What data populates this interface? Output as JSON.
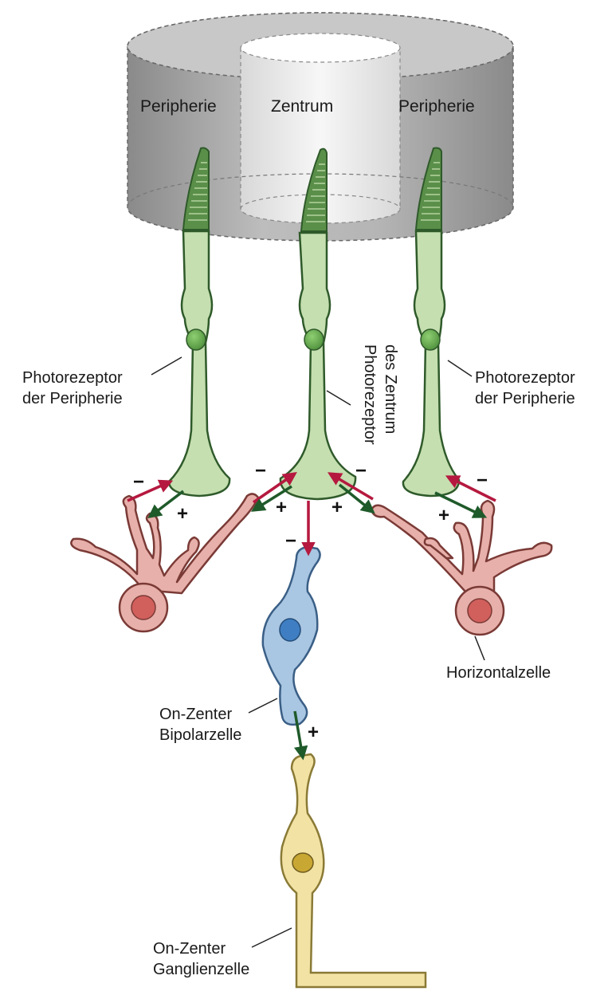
{
  "labels": {
    "cylinder_left": "Peripherie",
    "cylinder_center": "Zentrum",
    "cylinder_right": "Peripherie",
    "photoreceptor_periphery_left": [
      "Photorezeptor",
      "der Peripherie"
    ],
    "photoreceptor_center": [
      "Photorezeptor",
      "des Zentrum"
    ],
    "photoreceptor_periphery_right": [
      "Photorezeptor",
      "der Peripherie"
    ],
    "horizontal_cell": "Horizontalzelle",
    "bipolar_cell": [
      "On-Zenter",
      "Bipolarzelle"
    ],
    "ganglion_cell": [
      "On-Zenter",
      "Ganglienzelle"
    ]
  },
  "signs": {
    "minus": "−",
    "plus": "+"
  },
  "colors": {
    "photoreceptor": "#c5dfb0",
    "photoreceptor_outline": "#2f5a2a",
    "photoreceptor_nucleus": "#6eae58",
    "horizontal": "#e8b0aa",
    "horizontal_outline": "#7a3a36",
    "horizontal_nucleus": "#d15f5c",
    "bipolar": "#a9c6e2",
    "bipolar_outline": "#3a5f86",
    "bipolar_nucleus": "#3f7ec2",
    "ganglion": "#f2e3a4",
    "ganglion_outline": "#8a7a36",
    "ganglion_nucleus": "#c9a733",
    "inhibitory_arrow": "#b5193f",
    "excitatory_arrow": "#1f5a2a",
    "cylinder": "#9a9a9a"
  }
}
